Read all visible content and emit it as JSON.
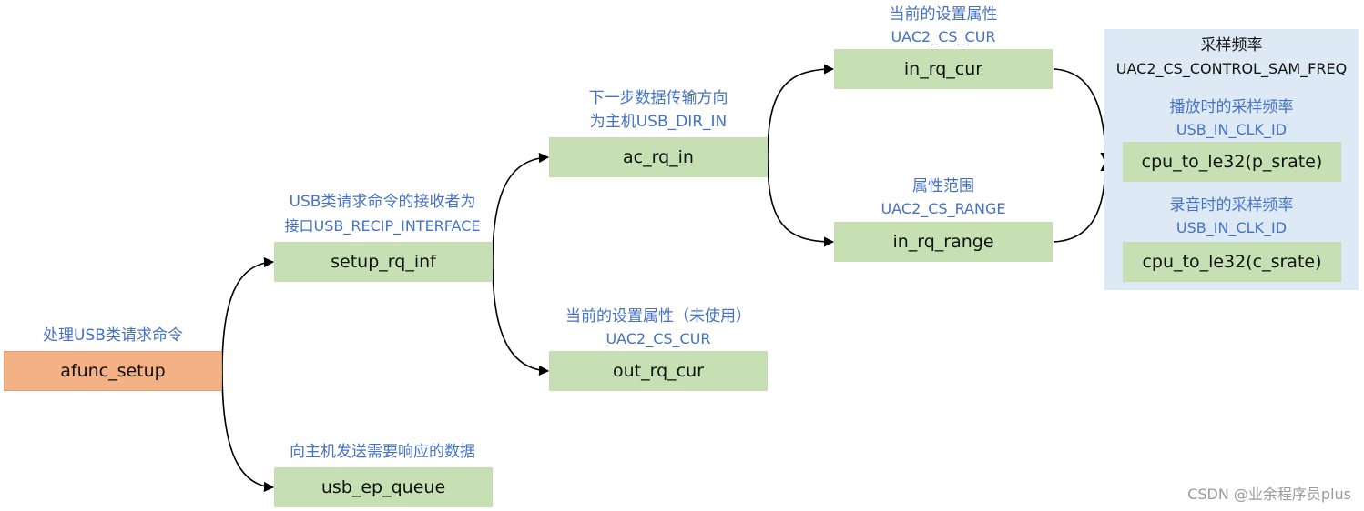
{
  "nodes": {
    "afunc_setup": {
      "label": "afunc_setup",
      "caption": "处理USB类请求命令"
    },
    "setup_rq_inf": {
      "label": "setup_rq_inf",
      "caption_line1": "USB类请求命令的接收者为",
      "caption_line2": "接口USB_RECIP_INTERFACE"
    },
    "usb_ep_queue": {
      "label": "usb_ep_queue",
      "caption": "向主机发送需要响应的数据"
    },
    "ac_rq_in": {
      "label": "ac_rq_in",
      "caption_line1": "下一步数据传输方向",
      "caption_line2": "为主机USB_DIR_IN"
    },
    "out_rq_cur": {
      "label": "out_rq_cur",
      "caption_line1": "当前的设置属性（未使用）",
      "caption_line2": "UAC2_CS_CUR"
    },
    "in_rq_cur": {
      "label": "in_rq_cur",
      "caption_line1": "当前的设置属性",
      "caption_line2": "UAC2_CS_CUR"
    },
    "in_rq_range": {
      "label": "in_rq_range",
      "caption_line1": "属性范围",
      "caption_line2": "UAC2_CS_RANGE"
    }
  },
  "panel": {
    "title": "采样频率",
    "subtitle": "UAC2_CS_CONTROL_SAM_FREQ",
    "playback": {
      "caption_line1": "播放时的采样频率",
      "caption_line2": "USB_IN_CLK_ID",
      "label": "cpu_to_le32(p_srate)"
    },
    "record": {
      "caption_line1": "录音时的采样频率",
      "caption_line2": "USB_IN_CLK_ID",
      "label": "cpu_to_le32(c_srate)"
    }
  },
  "watermark": "CSDN @业余程序员plus",
  "colors": {
    "green_box": "#c6e0b4",
    "orange_box": "#f4b183",
    "caption_blue": "#4472c4",
    "panel_bg": "#dde9f5"
  }
}
